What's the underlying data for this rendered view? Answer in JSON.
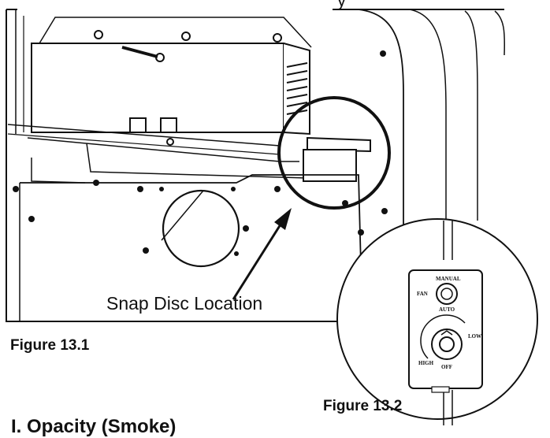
{
  "figures": {
    "fig1_caption": "Figure 13.1",
    "fig2_caption": "Figure 13.2"
  },
  "callout": "Snap Disc Location",
  "section_heading": "I. Opacity (Smoke)",
  "top_text_fragment": "y",
  "control": {
    "manual": "MANUAL",
    "fan": "FAN",
    "auto": "AUTO",
    "low": "LOW",
    "high": "HIGH",
    "off": "OFF"
  },
  "colors": {
    "ink": "#111111",
    "paper": "#ffffff"
  }
}
